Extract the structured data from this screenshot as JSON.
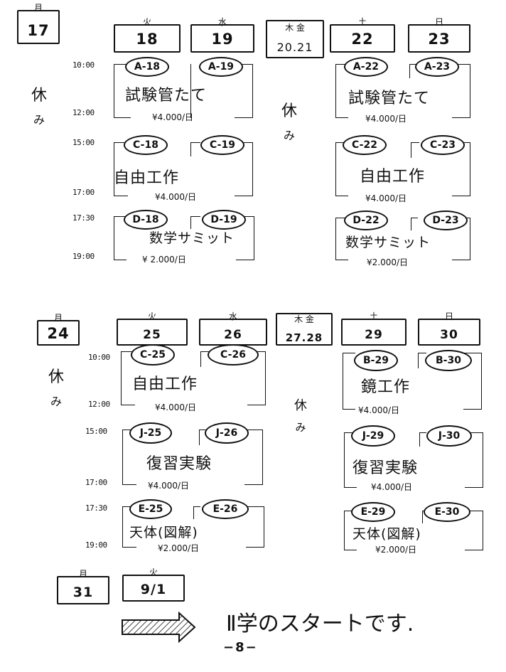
{
  "week1": {
    "days": [
      {
        "kanji": "月",
        "num": "17"
      },
      {
        "kanji": "火",
        "num": "18"
      },
      {
        "kanji": "水",
        "num": "19"
      },
      {
        "kanji": "木 金",
        "num": "20.21"
      },
      {
        "kanji": "土",
        "num": "22"
      },
      {
        "kanji": "日",
        "num": "23"
      }
    ],
    "times": [
      "10:00",
      "12:00",
      "15:00",
      "17:00",
      "17:30",
      "19:00"
    ],
    "rest_mon": [
      "休",
      "み"
    ],
    "rest_thu": [
      "休",
      "み"
    ],
    "left": {
      "s1": {
        "codes": [
          "A-18",
          "A-19"
        ],
        "title": "試験管たて",
        "price": "¥4.000/日"
      },
      "s2": {
        "codes": [
          "C-18",
          "C-19"
        ],
        "title": "自由工作",
        "price": "¥4.000/日"
      },
      "s3": {
        "codes": [
          "D-18",
          "D-19"
        ],
        "title": "数学サミット",
        "price": "¥ 2.000/日"
      }
    },
    "right": {
      "s1": {
        "codes": [
          "A-22",
          "A-23"
        ],
        "title": "試験管たて",
        "price": "¥4.000/日"
      },
      "s2": {
        "codes": [
          "C-22",
          "C-23"
        ],
        "title": "自由工作",
        "price": "¥4.000/日"
      },
      "s3": {
        "codes": [
          "D-22",
          "D-23"
        ],
        "title": "数学サミット",
        "price": "¥2.000/日"
      }
    }
  },
  "week2": {
    "days": [
      {
        "kanji": "月",
        "num": "24"
      },
      {
        "kanji": "火",
        "num": "25"
      },
      {
        "kanji": "水",
        "num": "26"
      },
      {
        "kanji": "木 金",
        "num": "27.28"
      },
      {
        "kanji": "土",
        "num": "29"
      },
      {
        "kanji": "日",
        "num": "30"
      }
    ],
    "times": [
      "10:00",
      "12:00",
      "15:00",
      "17:00",
      "17:30",
      "19:00"
    ],
    "rest_mon": [
      "休",
      "み"
    ],
    "rest_thu": [
      "休",
      "み"
    ],
    "left": {
      "s1": {
        "codes": [
          "C-25",
          "C-26"
        ],
        "title": "自由工作",
        "price": "¥4.000/日"
      },
      "s2": {
        "codes": [
          "J-25",
          "J-26"
        ],
        "title": "復習実験",
        "price": "¥4.000/日"
      },
      "s3": {
        "codes": [
          "E-25",
          "E-26"
        ],
        "title": "天体(図解)",
        "price": "¥2.000/日"
      }
    },
    "right": {
      "s1": {
        "codes": [
          "B-29",
          "B-30"
        ],
        "title": "鏡工作",
        "price": "¥4.000/日"
      },
      "s2": {
        "codes": [
          "J-29",
          "J-30"
        ],
        "title": "復習実験",
        "price": "¥4.000/日"
      },
      "s3": {
        "codes": [
          "E-29",
          "E-30"
        ],
        "title": "天体(図解)",
        "price": "¥2.000/日"
      }
    }
  },
  "week3": {
    "days": [
      {
        "kanji": "月",
        "num": "31"
      },
      {
        "kanji": "火",
        "num": "9/1"
      }
    ]
  },
  "footer": {
    "message": "Ⅱ学のスタートです.",
    "page": "−8−"
  }
}
